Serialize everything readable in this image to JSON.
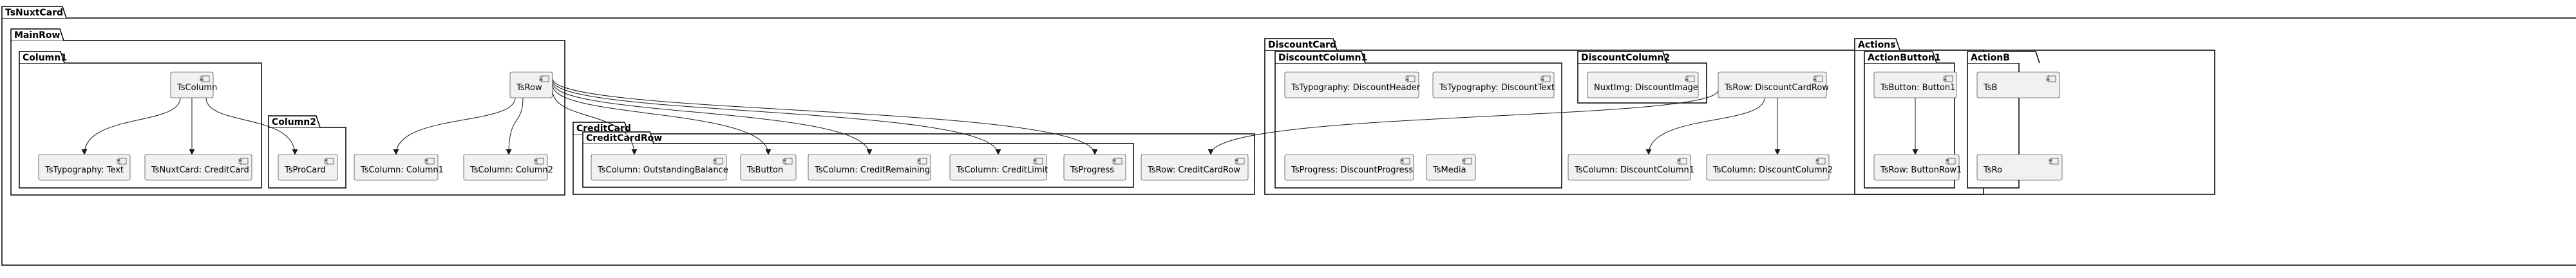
{
  "packages": [
    {
      "id": "root",
      "label": "TsNuxtCard"
    },
    {
      "id": "mainrow",
      "label": "MainRow"
    },
    {
      "id": "column1",
      "label": "Column1"
    },
    {
      "id": "column2",
      "label": "Column2"
    },
    {
      "id": "creditcard",
      "label": "CreditCard"
    },
    {
      "id": "creditcardrow",
      "label": "CreditCardRow"
    },
    {
      "id": "discountcard",
      "label": "DiscountCard"
    },
    {
      "id": "discountcolumn1",
      "label": "DiscountColumn1"
    },
    {
      "id": "discountcolumn2",
      "label": "DiscountColumn2"
    },
    {
      "id": "actions",
      "label": "Actions"
    },
    {
      "id": "actionbutton1",
      "label": "ActionButton1"
    },
    {
      "id": "actionbutton2",
      "label": "ActionB"
    }
  ],
  "components": [
    {
      "id": "tscolumn",
      "label": "TsColumn"
    },
    {
      "id": "typo_text",
      "label": "TsTypography: Text"
    },
    {
      "id": "nuxtcard_credit",
      "label": "TsNuxtCard: CreditCard"
    },
    {
      "id": "tsprocard",
      "label": "TsProCard"
    },
    {
      "id": "tsrow",
      "label": "TsRow"
    },
    {
      "id": "col_column1",
      "label": "TsColumn: Column1"
    },
    {
      "id": "col_column2",
      "label": "TsColumn: Column2"
    },
    {
      "id": "col_outstanding",
      "label": "TsColumn: OutstandingBalance"
    },
    {
      "id": "tsbutton",
      "label": "TsButton"
    },
    {
      "id": "col_creditremaining",
      "label": "TsColumn: CreditRemaining"
    },
    {
      "id": "col_creditlimit",
      "label": "TsColumn: CreditLimit"
    },
    {
      "id": "tsprogress",
      "label": "TsProgress"
    },
    {
      "id": "row_creditcardrow",
      "label": "TsRow: CreditCardRow"
    },
    {
      "id": "typo_discountheader",
      "label": "TsTypography: DiscountHeader"
    },
    {
      "id": "typo_discounttext",
      "label": "TsTypography: DiscountText"
    },
    {
      "id": "progress_discount",
      "label": "TsProgress: DiscountProgress"
    },
    {
      "id": "tsmedia",
      "label": "TsMedia"
    },
    {
      "id": "nuxtimg_discount",
      "label": "NuxtImg: DiscountImage"
    },
    {
      "id": "row_discountcardrow",
      "label": "TsRow: DiscountCardRow"
    },
    {
      "id": "col_discountcolumn1",
      "label": "TsColumn: DiscountColumn1"
    },
    {
      "id": "col_discountcolumn2",
      "label": "TsColumn: DiscountColumn2"
    },
    {
      "id": "button_button1",
      "label": "TsButton: Button1"
    },
    {
      "id": "row_buttonrow1",
      "label": "TsRow: ButtonRow1"
    },
    {
      "id": "button_b_partial",
      "label": "TsB"
    },
    {
      "id": "row_partial",
      "label": "TsRo"
    }
  ],
  "edges": [
    {
      "from": "tscolumn",
      "to": "typo_text"
    },
    {
      "from": "tscolumn",
      "to": "nuxtcard_credit"
    },
    {
      "from": "tscolumn",
      "to": "tsprocard"
    },
    {
      "from": "tsrow",
      "to": "col_column1"
    },
    {
      "from": "tsrow",
      "to": "col_column2"
    },
    {
      "from": "tsrow",
      "to": "col_outstanding"
    },
    {
      "from": "tsrow",
      "to": "tsbutton"
    },
    {
      "from": "tsrow",
      "to": "col_creditremaining"
    },
    {
      "from": "tsrow",
      "to": "col_creditlimit"
    },
    {
      "from": "tsrow",
      "to": "tsprogress"
    },
    {
      "from": "row_discountcardrow",
      "to": "row_creditcardrow"
    },
    {
      "from": "row_discountcardrow",
      "to": "col_discountcolumn1"
    },
    {
      "from": "row_discountcardrow",
      "to": "col_discountcolumn2"
    },
    {
      "from": "button_button1",
      "to": "row_buttonrow1"
    }
  ]
}
